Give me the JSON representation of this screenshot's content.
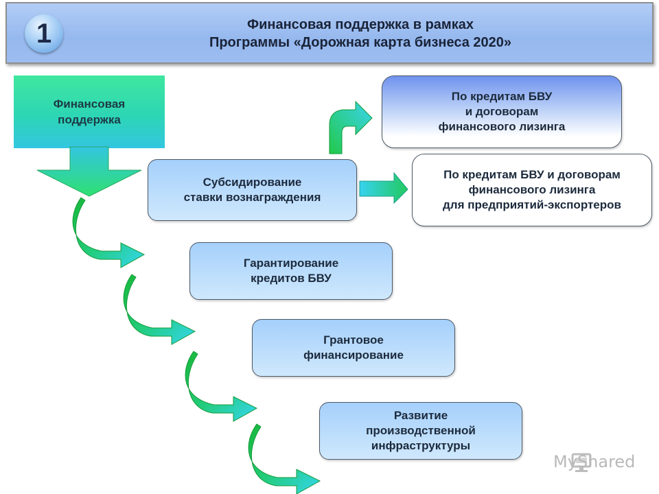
{
  "header": {
    "badge": "1",
    "title_line1": "Финансовая поддержка в рамках",
    "title_line2": "Программы «Дорожная карта бизнеса 2020»"
  },
  "diagram": {
    "root": {
      "line1": "Финансовая",
      "line2": "поддержка"
    },
    "subsidy": {
      "line1": "Субсидирование",
      "line2": "ставки вознаграждения"
    },
    "branch_1": {
      "line1": "По кредитам БВУ",
      "line2": "и договорам",
      "line3": "финансового лизинга"
    },
    "branch_2": {
      "line1": "По кредитам БВУ и договорам",
      "line2": "финансового лизинга",
      "line3": "для предприятий-экспортеров"
    },
    "guarantee": {
      "line1": "Гарантирование",
      "line2": "кредитов БВУ"
    },
    "grant": {
      "line1": "Грантовое",
      "line2": "финансирование"
    },
    "infra": {
      "line1": "Развитие",
      "line2": "производственной",
      "line3": "инфраструктуры"
    }
  },
  "colors": {
    "arrow_green": "#1fc34a",
    "arrow_cyan": "#2fd0ea",
    "box_light_blue": "#b8dcfc",
    "header_blue": "#9dbdf0"
  },
  "watermark": {
    "text": "MyShared"
  }
}
